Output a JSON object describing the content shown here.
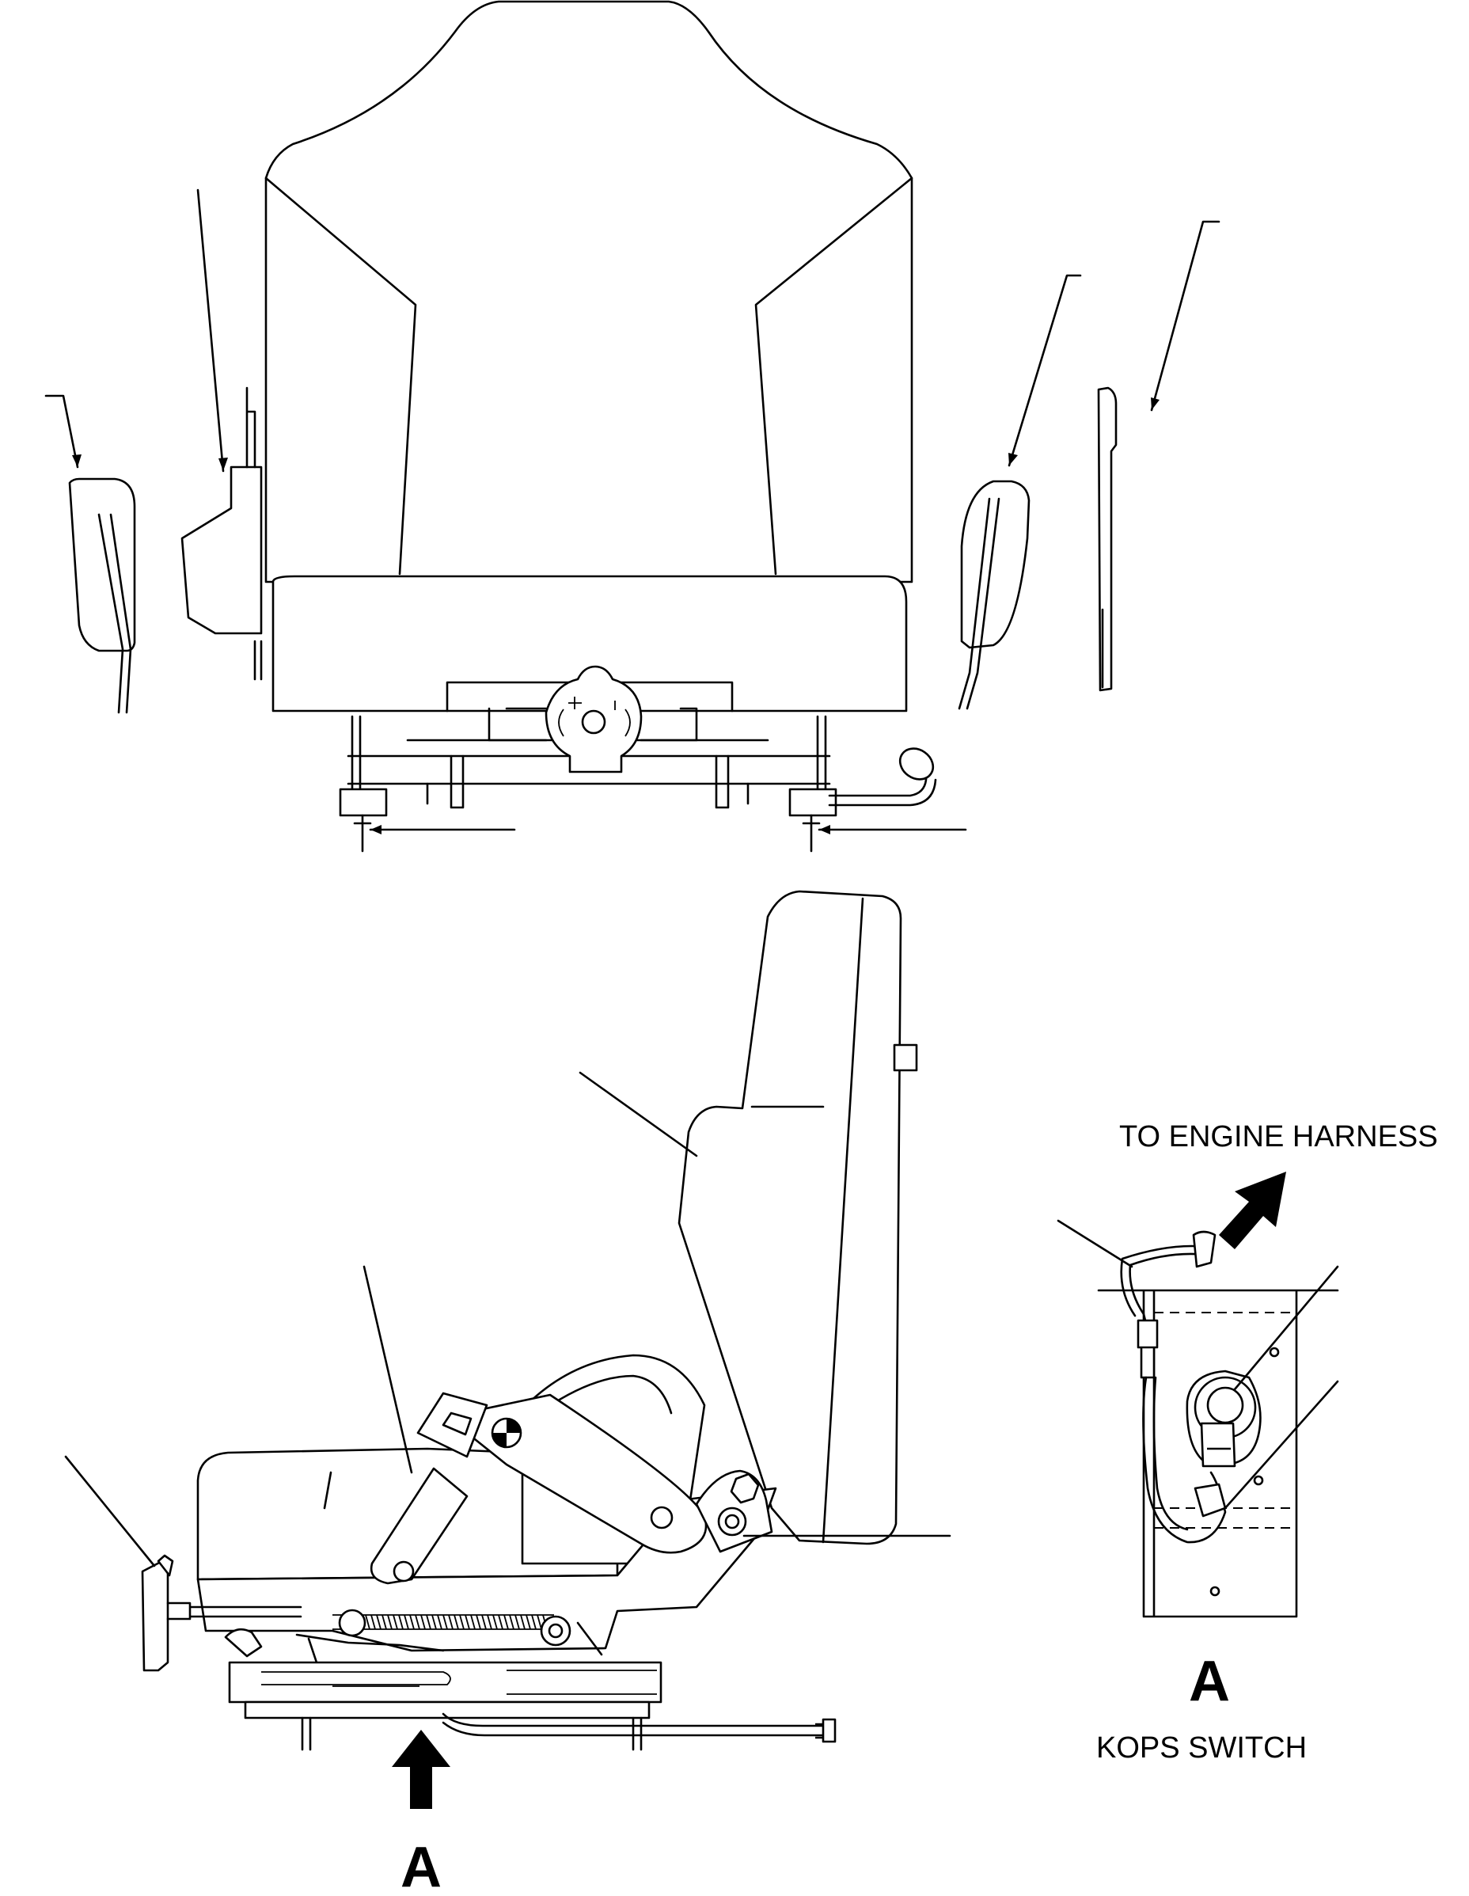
{
  "labels": {
    "to_engine_harness": "TO ENGINE HARNESS",
    "detail_letter_side": "A",
    "detail_letter": "A",
    "detail_caption": "KOPS SWITCH"
  }
}
